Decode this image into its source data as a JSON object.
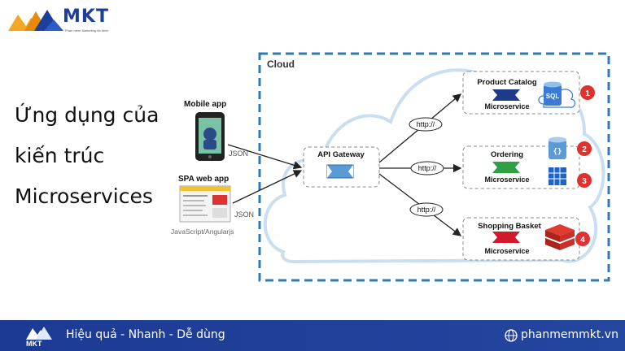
{
  "brand": {
    "name": "MKT",
    "tagline": "Phần mềm Marketing đa kênh",
    "colors": {
      "primary": "#1d3f9a",
      "accent": "#f5a623"
    }
  },
  "heading": {
    "line1": "Ứng dụng của",
    "line2": "kiến trúc",
    "line3": "Microservices"
  },
  "diagram": {
    "cloud_label": "Cloud",
    "clients": {
      "mobile_label": "Mobile app",
      "spa_label": "SPA web app",
      "spa_tech": "JavaScript/Angularjs",
      "json1": "JSON",
      "json2": "JSON"
    },
    "gateway_label": "API Gateway",
    "http_labels": [
      "http://",
      "http://",
      "http://"
    ],
    "services": [
      {
        "title": "Product Catalog",
        "subtitle": "Microservice",
        "badge": "1",
        "icon": "sql-cloud-icon",
        "color": "#1e3a8a"
      },
      {
        "title": "Ordering",
        "subtitle": "Microservice",
        "badge": "2",
        "badge2": "3",
        "icon": "database-icon",
        "color": "#2ea043"
      },
      {
        "title": "Shopping Basket",
        "subtitle": "Microservice",
        "badge": "4",
        "icon": "redis-icon",
        "color": "#d0192b"
      }
    ],
    "sql_text": "SQL"
  },
  "footer": {
    "brand": "MKT",
    "tagline": "Hiệu quả - Nhanh - Dễ dùng",
    "site": "phanmemmkt.vn"
  }
}
